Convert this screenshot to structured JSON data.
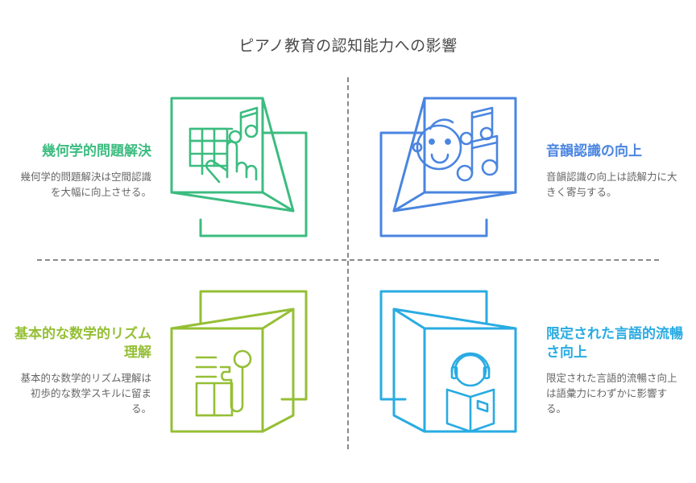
{
  "title": "ピアノ教育の認知能力への影響",
  "colors": {
    "green": "#3cbc80",
    "blue": "#4a85e0",
    "olive": "#95bf35",
    "cyan": "#29abe2",
    "title_text": "#4a4a4a",
    "body_text": "#666666",
    "divider": "#8a8a8a"
  },
  "quadrants": [
    {
      "id": "top-left",
      "heading": "幾何学的問題解決",
      "body": "幾何学的問題解決は空間認識を大幅に向上させる。",
      "color": "#3cbc80",
      "icon": "grid-hand-music-note-icon"
    },
    {
      "id": "top-right",
      "heading": "音韻認識の向上",
      "body": "音韻認識の向上は読解力に大きく寄与する。",
      "color": "#4a85e0",
      "icon": "child-face-music-note-icon"
    },
    {
      "id": "bottom-left",
      "heading": "基本的な数学的リズム理解",
      "body": "基本的な数学的リズム理解は初歩的な数学スキルに留まる。",
      "color": "#95bf35",
      "icon": "person-at-desk-icon"
    },
    {
      "id": "bottom-right",
      "heading": "限定された言語的流暢さ向上",
      "body": "限定された言語的流暢さ向上は語彙力にわずかに影響する。",
      "color": "#29abe2",
      "icon": "headphones-reading-book-icon"
    }
  ]
}
